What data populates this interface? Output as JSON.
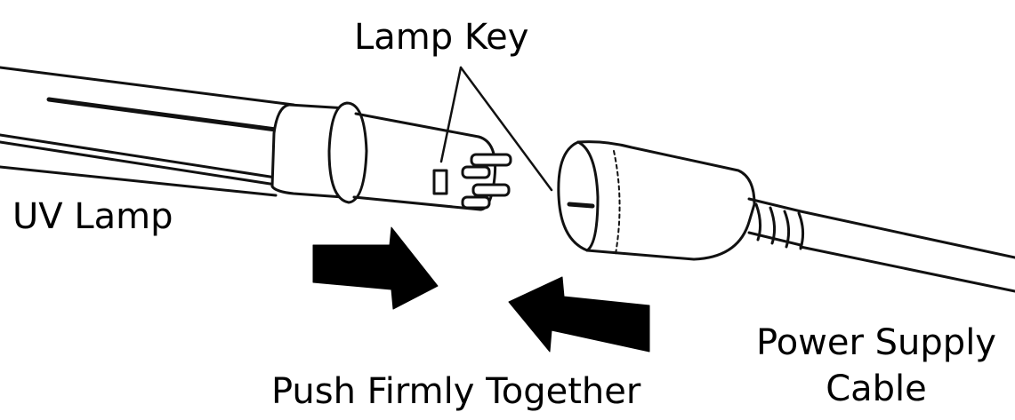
{
  "labels": {
    "lamp_key": "Lamp Key",
    "uv_lamp": "UV Lamp",
    "push_together": "Push Firmly Together",
    "power_supply_line1": "Power Supply",
    "power_supply_line2": "Cable"
  },
  "colors": {
    "ink": "#000000",
    "background": "#ffffff"
  }
}
